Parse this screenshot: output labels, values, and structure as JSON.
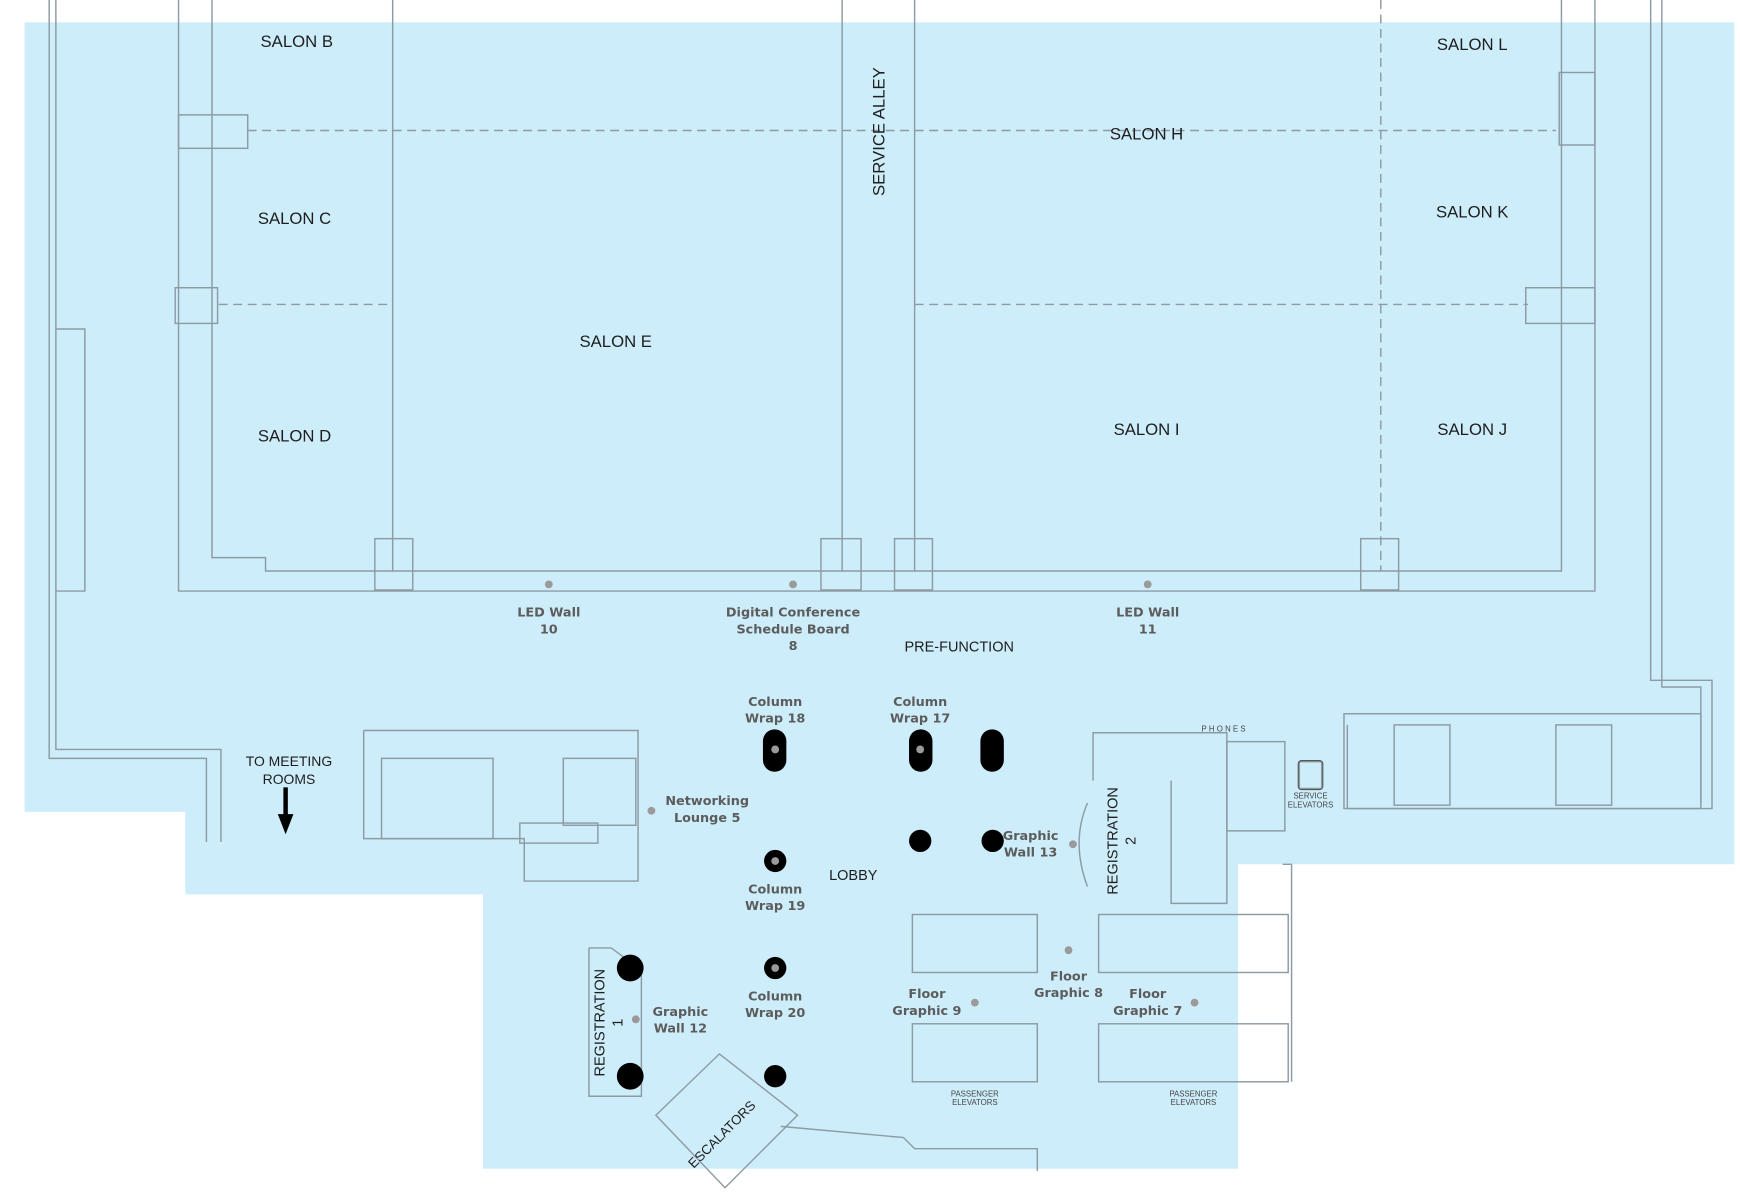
{
  "colors": {
    "floor": "#cdedfa",
    "wall": "#8d9ba4",
    "column": "#000000",
    "marker": "#9a9a9a"
  },
  "rooms": {
    "salon_b": "SALON B",
    "salon_c": "SALON C",
    "salon_d": "SALON D",
    "salon_e": "SALON E",
    "salon_h": "SALON H",
    "salon_i": "SALON I",
    "salon_j": "SALON J",
    "salon_k": "SALON K",
    "salon_l": "SALON L",
    "service_alley": "SERVICE ALLEY",
    "pre_function": "PRE-FUNCTION",
    "lobby": "LOBBY",
    "to_meeting_rooms": [
      "TO MEETING",
      "ROOMS"
    ],
    "registration_1": [
      "REGISTRATION",
      "1"
    ],
    "registration_2": [
      "REGISTRATION",
      "2"
    ],
    "escalators": "ESCALATORS",
    "phones": "PHONES",
    "service_elevators": [
      "SERVICE",
      "ELEVATORS"
    ],
    "passenger_elevators": [
      "PASSENGER",
      "ELEVATORS"
    ]
  },
  "markers": [
    {
      "lines": [
        "LED Wall",
        "10"
      ]
    },
    {
      "lines": [
        "Digital Conference",
        "Schedule Board",
        "8"
      ]
    },
    {
      "lines": [
        "LED Wall",
        "11"
      ]
    },
    {
      "lines": [
        "Column",
        "Wrap 18"
      ]
    },
    {
      "lines": [
        "Column",
        "Wrap 17"
      ]
    },
    {
      "lines": [
        "Networking",
        "Lounge 5"
      ]
    },
    {
      "lines": [
        "Graphic",
        "Wall 13"
      ]
    },
    {
      "lines": [
        "Column",
        "Wrap 19"
      ]
    },
    {
      "lines": [
        "Column",
        "Wrap 20"
      ]
    },
    {
      "lines": [
        "Graphic",
        "Wall 12"
      ]
    },
    {
      "lines": [
        "Floor",
        "Graphic 9"
      ]
    },
    {
      "lines": [
        "Floor",
        "Graphic 8"
      ]
    },
    {
      "lines": [
        "Floor",
        "Graphic 7"
      ]
    }
  ]
}
